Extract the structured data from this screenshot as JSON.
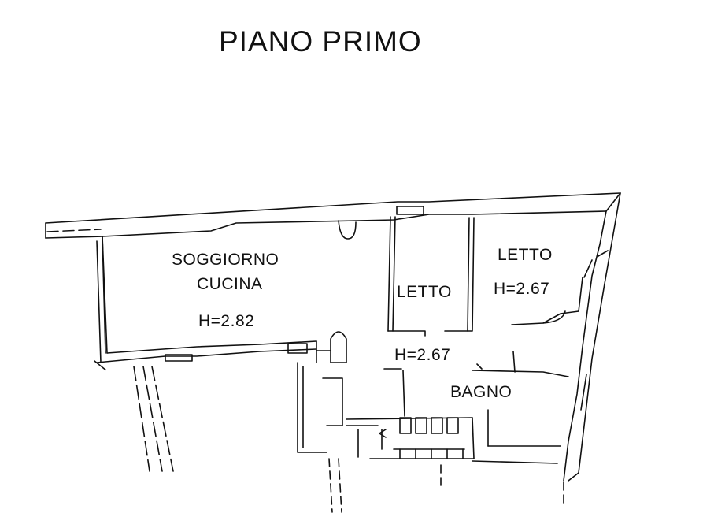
{
  "title": "PIANO PRIMO",
  "rooms": {
    "soggiorno_line1": "SOGGIORNO",
    "soggiorno_line2": "CUCINA",
    "soggiorno_height": "H=2.82",
    "letto_small": "LETTO",
    "letto_small_height": "H=2.67",
    "letto_large": "LETTO",
    "letto_large_height": "H=2.67",
    "bagno": "BAGNO"
  },
  "colors": {
    "line": "#111111",
    "background": "#ffffff"
  }
}
